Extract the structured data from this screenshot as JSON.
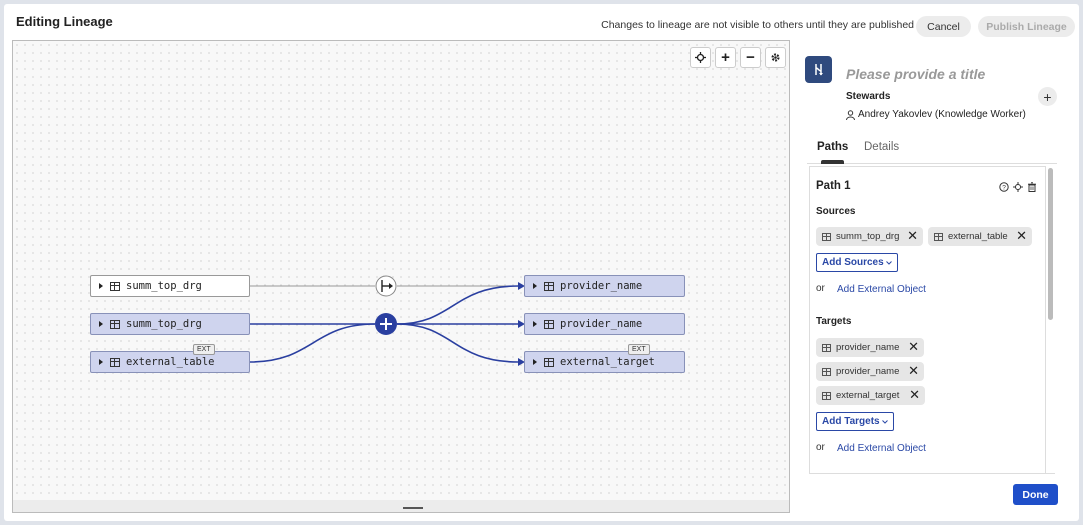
{
  "header": {
    "title": "Editing Lineage",
    "notice": "Changes to lineage are not visible to others until they are published",
    "cancel_label": "Cancel",
    "publish_label": "Publish Lineage"
  },
  "canvas": {
    "controls": [
      "crosshair-icon",
      "zoom-in-icon",
      "zoom-out-icon",
      "gear-icon"
    ],
    "nodes": {
      "source_plain": "summ_top_drg",
      "source_selected": "summ_top_drg",
      "source_ext": "external_table",
      "target1": "provider_name",
      "target2": "provider_name",
      "target3": "external_target"
    },
    "ext_badge": "EXT",
    "colors": {
      "edge_active": "#2a3fa0",
      "edge_inactive": "#999999",
      "node_fill": "#cfd4ee"
    }
  },
  "panel": {
    "title_placeholder": "Please provide a title",
    "stewards_label": "Stewards",
    "steward_name": "Andrey Yakovlev (Knowledge Worker)",
    "tabs": [
      {
        "label": "Paths"
      },
      {
        "label": "Details"
      }
    ],
    "path": {
      "title": "Path 1",
      "sources_label": "Sources",
      "sources": [
        "summ_top_drg",
        "external_table"
      ],
      "add_sources_label": "Add Sources",
      "or_label": "or",
      "add_external_label": "Add External Object",
      "targets_label": "Targets",
      "targets": [
        "provider_name",
        "provider_name",
        "external_target"
      ],
      "add_targets_label": "Add Targets"
    },
    "done_label": "Done"
  }
}
